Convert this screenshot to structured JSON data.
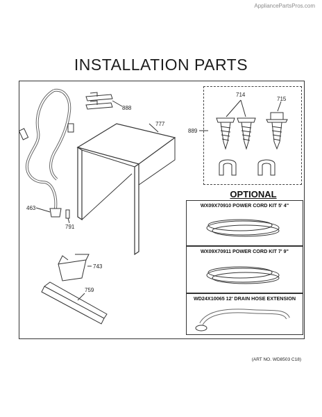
{
  "watermark": "AppliancePartsPros.com",
  "title": "INSTALLATION PARTS",
  "callouts": {
    "c888": "888",
    "c777": "777",
    "c714": "714",
    "c715": "715",
    "c889": "889",
    "c463": "463",
    "c791": "791",
    "c743": "743",
    "c759": "759"
  },
  "optional": {
    "heading": "OPTIONAL",
    "items": [
      {
        "label": "WX09X70910 POWER CORD KIT 5' 4\""
      },
      {
        "label": "WX09X70911 POWER CORD KIT 7' 9\""
      },
      {
        "label": "WD24X10065 12' DRAIN HOSE EXTENSION"
      }
    ]
  },
  "art_number": "(ART NO. WD8503 C18)"
}
